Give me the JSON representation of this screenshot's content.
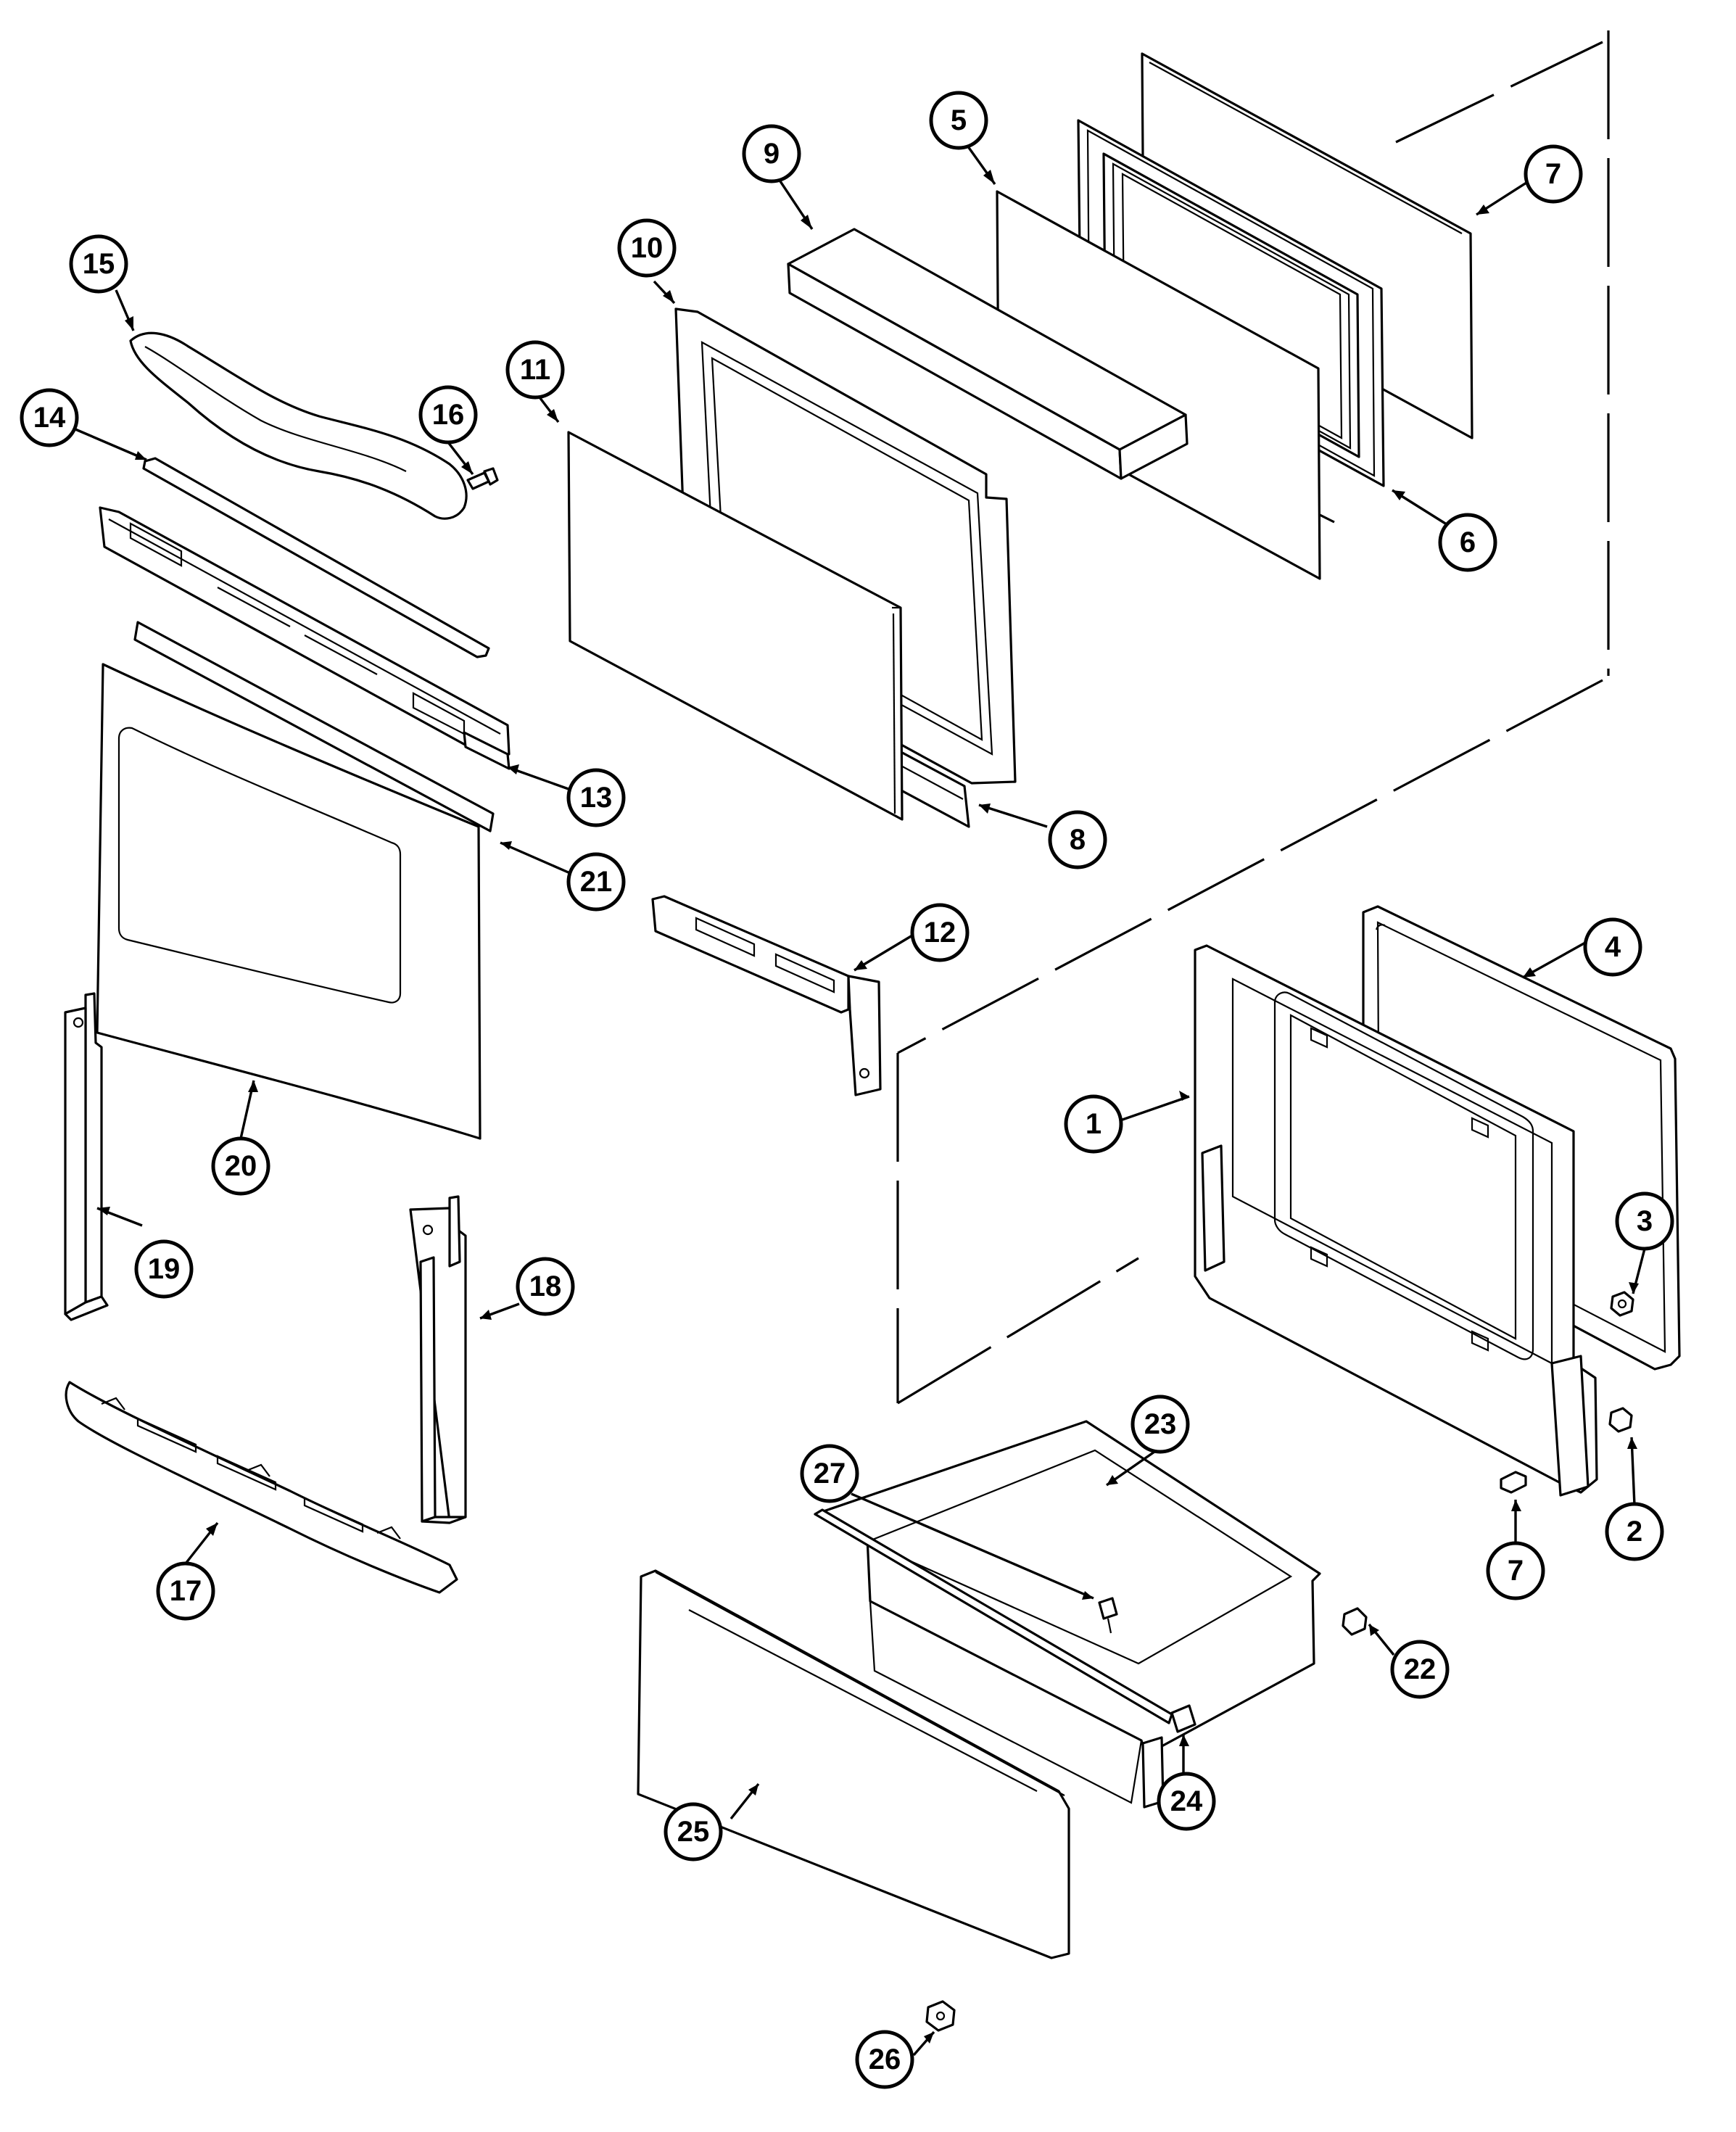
{
  "callouts": [
    {
      "id": "c1",
      "label": "1"
    },
    {
      "id": "c2",
      "label": "2"
    },
    {
      "id": "c3",
      "label": "3"
    },
    {
      "id": "c4",
      "label": "4"
    },
    {
      "id": "c5",
      "label": "5"
    },
    {
      "id": "c6",
      "label": "6"
    },
    {
      "id": "c7a",
      "label": "7"
    },
    {
      "id": "c7b",
      "label": "7"
    },
    {
      "id": "c8",
      "label": "8"
    },
    {
      "id": "c9",
      "label": "9"
    },
    {
      "id": "c10",
      "label": "10"
    },
    {
      "id": "c11",
      "label": "11"
    },
    {
      "id": "c12",
      "label": "12"
    },
    {
      "id": "c13",
      "label": "13"
    },
    {
      "id": "c14",
      "label": "14"
    },
    {
      "id": "c15",
      "label": "15"
    },
    {
      "id": "c16",
      "label": "16"
    },
    {
      "id": "c17",
      "label": "17"
    },
    {
      "id": "c18",
      "label": "18"
    },
    {
      "id": "c19",
      "label": "19"
    },
    {
      "id": "c20",
      "label": "20"
    },
    {
      "id": "c21",
      "label": "21"
    },
    {
      "id": "c22",
      "label": "22"
    },
    {
      "id": "c23",
      "label": "23"
    },
    {
      "id": "c24",
      "label": "24"
    },
    {
      "id": "c25",
      "label": "25"
    },
    {
      "id": "c26",
      "label": "26"
    },
    {
      "id": "c27",
      "label": "27"
    }
  ]
}
